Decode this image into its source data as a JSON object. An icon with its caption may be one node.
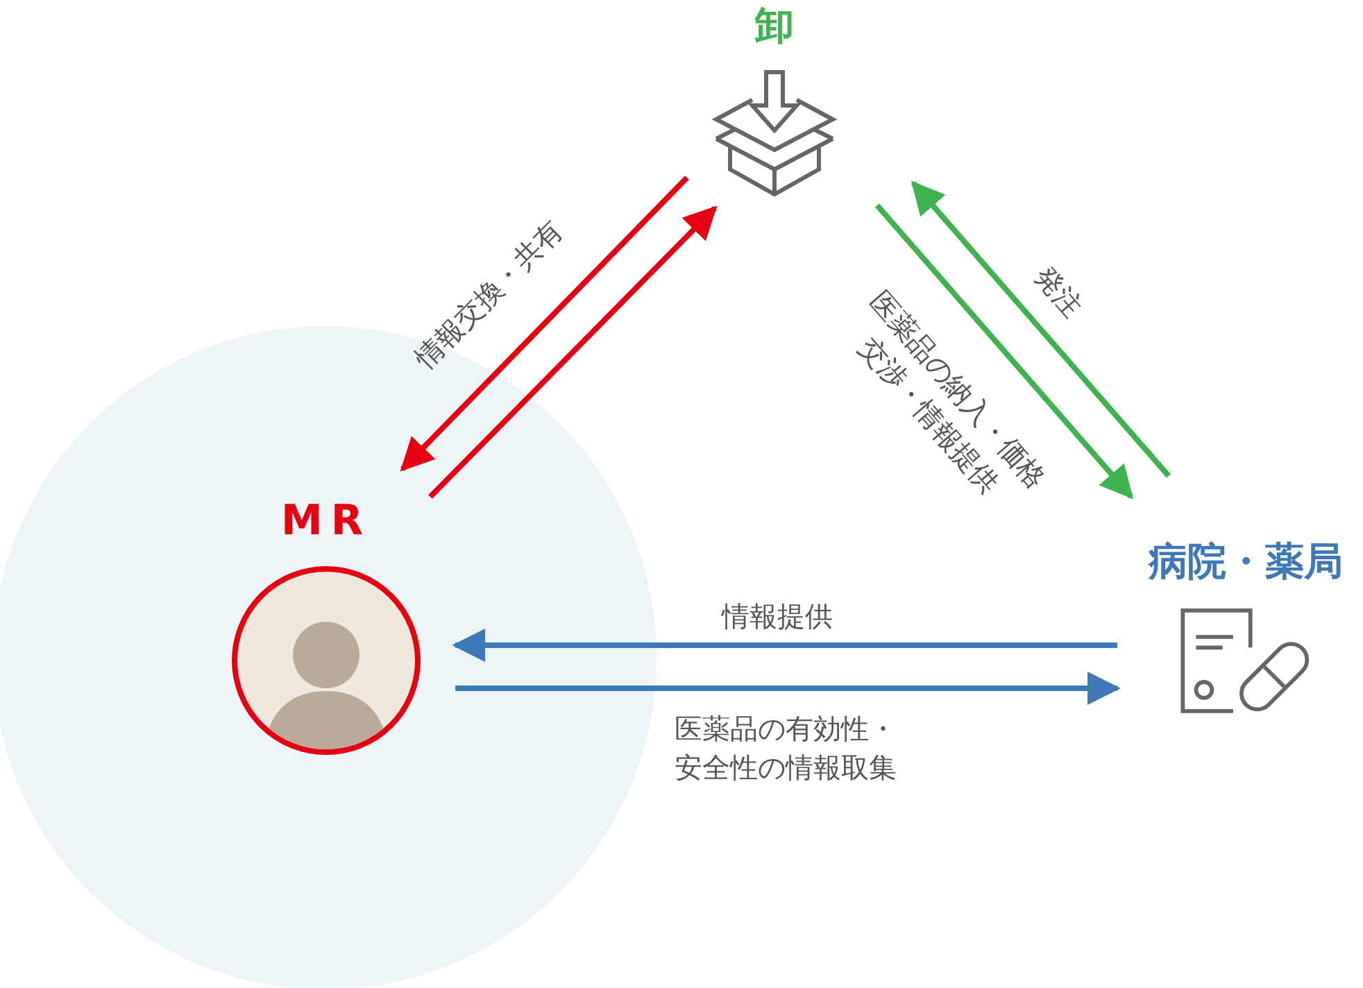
{
  "diagram": {
    "nodes": [
      {
        "text": [
          "卸"
        ]
      },
      {
        "text": [
          "MR"
        ]
      },
      {
        "text": [
          "病院・薬局"
        ]
      }
    ],
    "edges": [
      {
        "from": 0,
        "to": 1,
        "arrow": "to",
        "color": "#e60012",
        "label": "情報交換・共有"
      },
      {
        "from": 1,
        "to": 0,
        "arrow": "to",
        "color": "#e60012"
      },
      {
        "from": 0,
        "to": 2,
        "arrow": "to",
        "color": "#3fb34f",
        "label": "医薬品の納入・価格交渉・情報提供"
      },
      {
        "from": 2,
        "to": 0,
        "arrow": "to",
        "color": "#3fb34f",
        "label": "発注"
      },
      {
        "from": 2,
        "to": 1,
        "arrow": "to",
        "color": "#3d78b9",
        "label": "情報提供"
      },
      {
        "from": 1,
        "to": 2,
        "arrow": "to",
        "color": "#3d78b9",
        "label": "医薬品の有効性・安全性の情報取集"
      }
    ]
  }
}
